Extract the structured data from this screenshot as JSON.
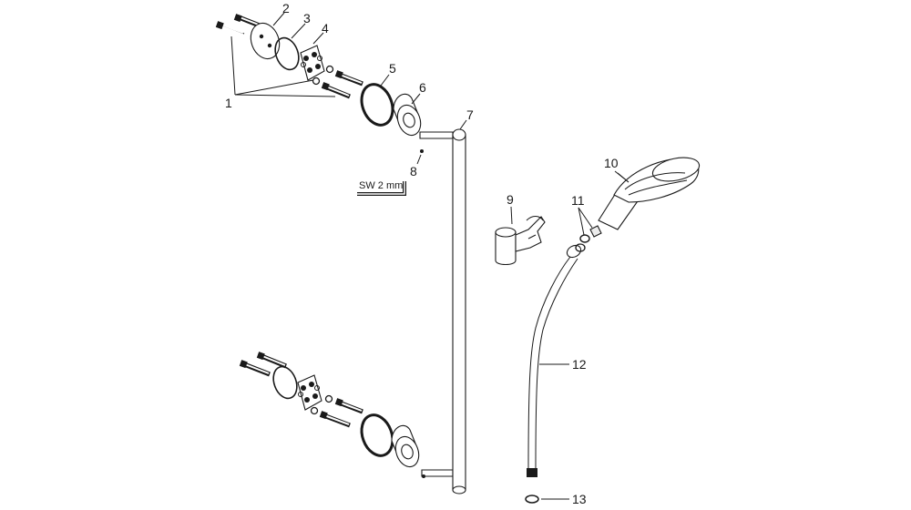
{
  "diagram": {
    "callouts": [
      "1",
      "2",
      "3",
      "4",
      "5",
      "6",
      "7",
      "8",
      "9",
      "10",
      "11",
      "12",
      "13"
    ],
    "tool_label": "SW 2 mm"
  },
  "colors": {
    "ink": "#1a1a1a",
    "paper": "#ffffff",
    "shade": "#ececec"
  }
}
